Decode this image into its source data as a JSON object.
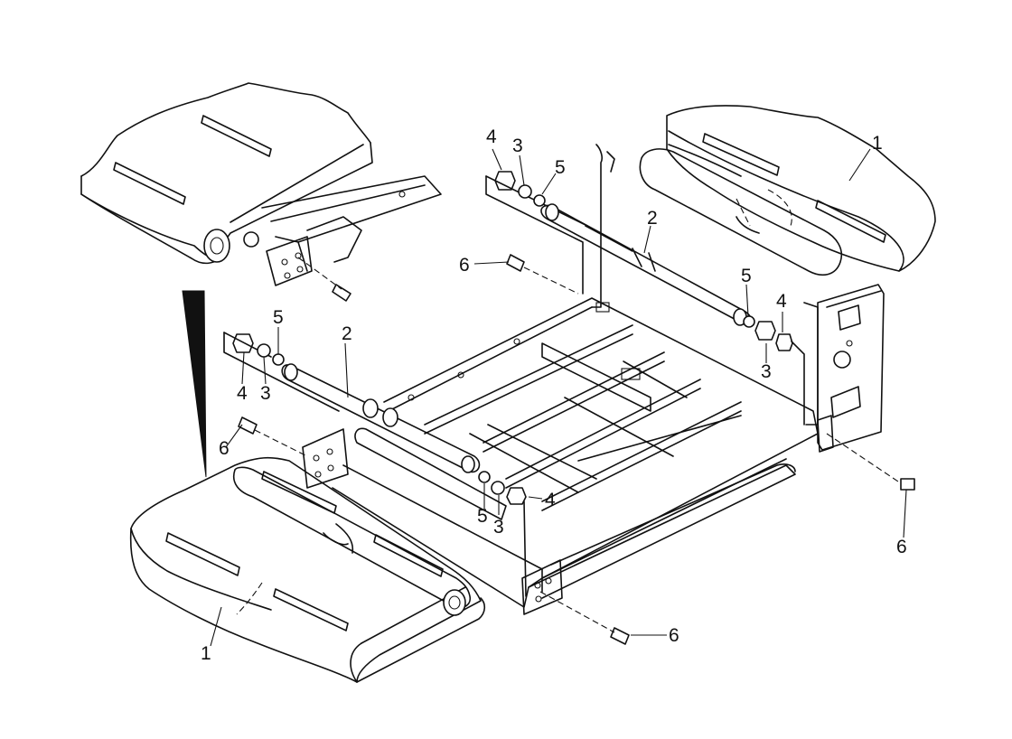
{
  "diagram": {
    "callouts": {
      "c1_top_right": "1",
      "c1_bottom_left": "1",
      "c2_upper_shaft": "2",
      "c2_lower_shaft": "2",
      "c3_top": "3",
      "c3_right": "3",
      "c3_left": "3",
      "c3_bottom": "3",
      "c4_top": "4",
      "c4_right": "4",
      "c4_left": "4",
      "c4_bottom": "4",
      "c5_top": "5",
      "c5_right": "5",
      "c5_left": "5",
      "c5_bottom": "5",
      "c6_upper_middle": "6",
      "c6_left": "6",
      "c6_bottom": "6",
      "c6_right": "6"
    }
  }
}
